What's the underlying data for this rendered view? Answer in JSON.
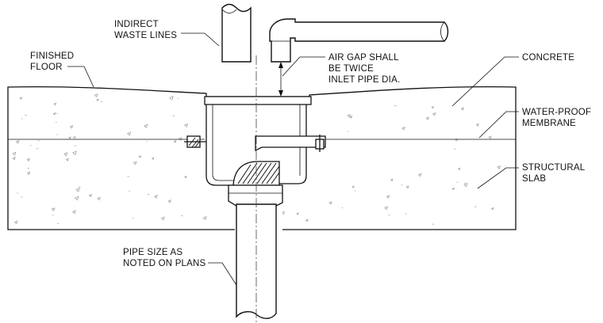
{
  "title": "",
  "labels": {
    "indirect_waste_line1": "INDIRECT",
    "indirect_waste_line2": "WASTE LINES",
    "finished_floor_line1": "FINISHED",
    "finished_floor_line2": "FLOOR",
    "air_gap_line1": "AIR GAP SHALL",
    "air_gap_line2": "BE TWICE",
    "air_gap_line3": "INLET PIPE DIA.",
    "concrete": "CONCRETE",
    "membrane_line1": "WATER-PROOF",
    "membrane_line2": "MEMBRANE",
    "slab_line1": "STRUCTURAL",
    "slab_line2": "SLAB",
    "pipe_size_line1": "PIPE SIZE AS",
    "pipe_size_line2": "NOTED  ON PLANS"
  },
  "colors": {
    "line": "#111111",
    "background": "#ffffff",
    "concrete_grain": "#9a9a9a"
  }
}
